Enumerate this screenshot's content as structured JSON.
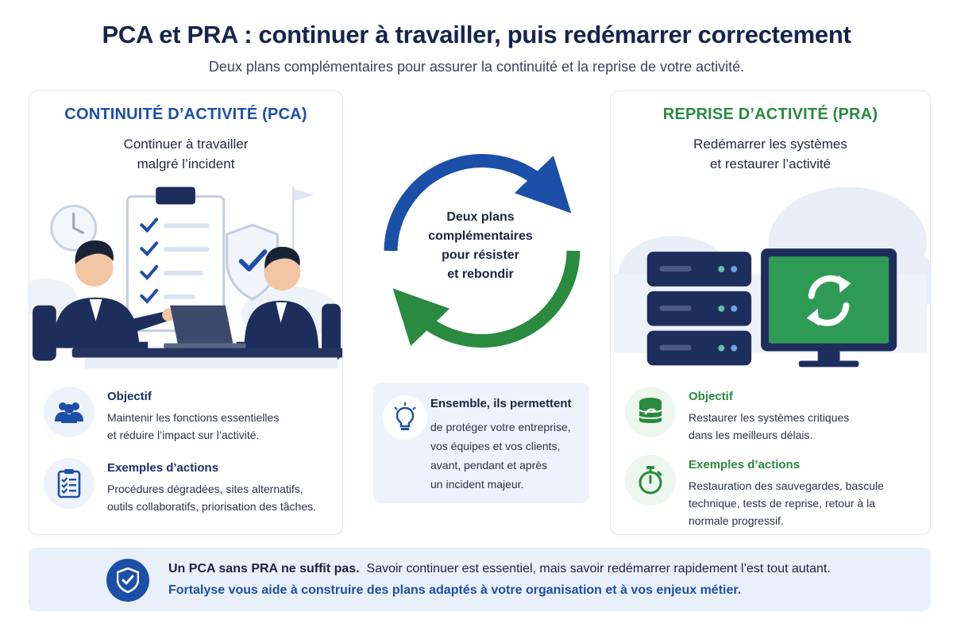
{
  "header": {
    "title": "PCA et PRA : continuer à travailler, puis redémarrer correctement",
    "subtitle": "Deux plans complémentaires pour assurer la continuité et la reprise de votre activité."
  },
  "pca": {
    "heading": "CONTINUITÉ D’ACTIVITÉ (PCA)",
    "tagline": [
      "Continuer à travailler",
      "malgré l’incident"
    ],
    "objective_title": "Objectif",
    "objective_text": [
      "Maintenir les fonctions essentielles",
      "et réduire l’impact sur l’activité."
    ],
    "actions_title": "Exemples d’actions",
    "actions_text": [
      "Procédures dégradées, sites alternatifs,",
      "outils collaboratifs, priorisation des tâches."
    ]
  },
  "center": {
    "cycle_text": [
      "Deux plans",
      "complémentaires",
      "pour résister",
      "et rebondir"
    ],
    "ensemble_title": "Ensemble, ils permettent",
    "ensemble_text": [
      "de protéger votre entreprise,",
      "vos équipes et vos clients,",
      "avant, pendant et après",
      "un incident majeur."
    ]
  },
  "pra": {
    "heading": "REPRISE D’ACTIVITÉ (PRA)",
    "tagline": [
      "Redémarrer les systèmes",
      "et restaurer l’activité"
    ],
    "objective_title": "Objectif",
    "objective_text": [
      "Restaurer les systèmes critiques",
      "dans les meilleurs délais."
    ],
    "actions_title": "Exemples d’actions",
    "actions_text": [
      "Restauration des sauvegardes, bascule",
      "technique, tests de reprise, retour à la",
      "normale progressif."
    ]
  },
  "banner": {
    "line1_bold": "Un PCA sans PRA ne suffit pas.",
    "line1_rest": "Savoir continuer est essentiel, mais savoir redémarrer rapidement l’est tout autant.",
    "line2": "Fortalyse vous aide à construire des plans adaptés à votre organisation et à vos enjeux métier."
  },
  "colors": {
    "navy": "#16244d",
    "pca_blue": "#1c4fa8",
    "pra_green": "#2a8a3f",
    "banner_bg": "#eaf0f9"
  },
  "icons": {
    "pca_objective": "team-icon",
    "pca_actions": "clipboard-checklist-icon",
    "ensemble": "lightbulb-icon",
    "pra_objective": "database-restore-icon",
    "pra_actions": "stopwatch-icon",
    "banner": "shield-check-icon"
  }
}
